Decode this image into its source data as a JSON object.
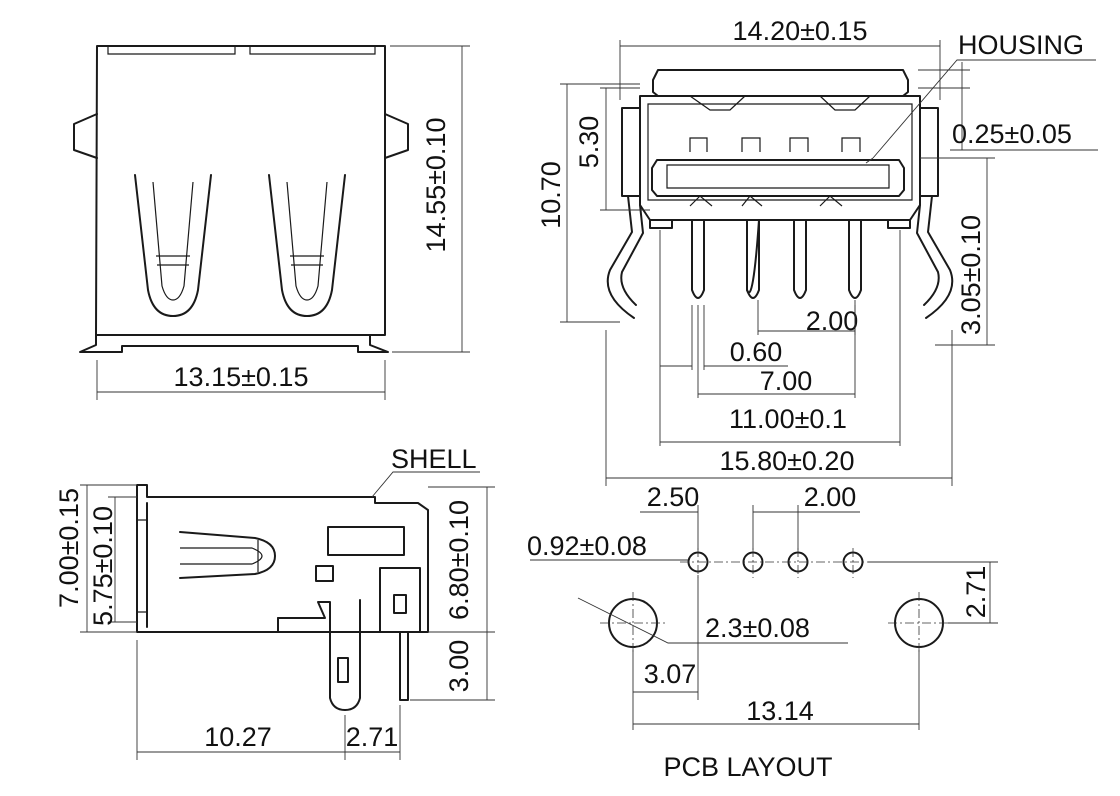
{
  "views": {
    "top_view": {
      "width_dim": "13.15±0.15",
      "height_dim": "14.55±0.10"
    },
    "front_view": {
      "width_dim": "14.20±0.15",
      "housing_label": "HOUSING",
      "housing_thickness": "0.25±0.05",
      "height_dim": "10.70",
      "upper_height": "5.30",
      "pin_height": "3.05±0.10",
      "pin_pitch": "2.00",
      "pin_width": "0.60",
      "pin_span": "7.00",
      "boardlock_span": "11.00±0.1",
      "total_span": "15.80±0.20"
    },
    "side_view": {
      "shell_label": "SHELL",
      "overall_height": "7.00±0.15",
      "body_height": "5.75±0.10",
      "shell_height": "6.80±0.10",
      "pin_length": "3.00",
      "depth": "10.27",
      "pin_offset": "2.71"
    },
    "pcb_layout": {
      "title": "PCB  LAYOUT",
      "pin_start": "2.50",
      "pitch": "2.00",
      "pin_hole": "0.92±0.08",
      "mount_hole": "2.3±0.08",
      "row_gap": "2.71",
      "hole_offset": "3.07",
      "hole_span": "13.14"
    }
  }
}
